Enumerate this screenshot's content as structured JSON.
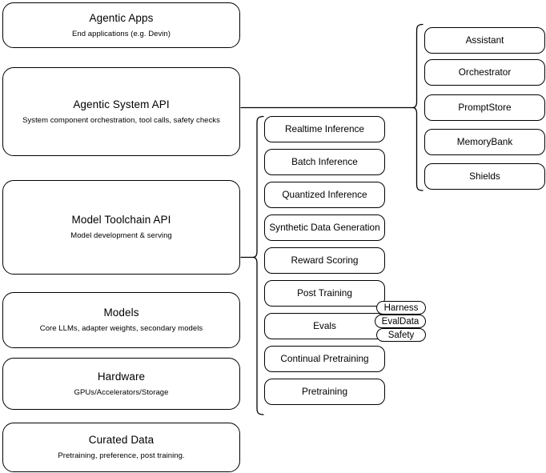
{
  "diagram": {
    "title": "AI Stack Layers Diagram",
    "stroke_color": "#000000",
    "background_color": "#ffffff"
  },
  "layers": [
    {
      "name": "agentic-apps",
      "title": "Agentic Apps",
      "subtitle": "End applications (e.g. Devin)"
    },
    {
      "name": "agentic-system-api",
      "title": "Agentic System API",
      "subtitle": "System component orchestration, tool calls, safety checks"
    },
    {
      "name": "model-toolchain-api",
      "title": "Model Toolchain API",
      "subtitle": "Model development & serving"
    },
    {
      "name": "models",
      "title": "Models",
      "subtitle": "Core LLMs, adapter weights, secondary models"
    },
    {
      "name": "hardware",
      "title": "Hardware",
      "subtitle": "GPUs/Accelerators/Storage"
    },
    {
      "name": "curated-data",
      "title": "Curated Data",
      "subtitle": "Pretraining, preference, post training."
    }
  ],
  "toolchain_components": [
    {
      "name": "realtime-inference",
      "label": "Realtime Inference"
    },
    {
      "name": "batch-inference",
      "label": "Batch Inference"
    },
    {
      "name": "quantized-inference",
      "label": "Quantized Inference"
    },
    {
      "name": "synthetic-data-generation",
      "label": "Synthetic Data Generation"
    },
    {
      "name": "reward-scoring",
      "label": "Reward Scoring"
    },
    {
      "name": "post-training",
      "label": "Post Training"
    },
    {
      "name": "evals",
      "label": "Evals"
    },
    {
      "name": "continual-pretraining",
      "label": "Continual Pretraining"
    },
    {
      "name": "pretraining",
      "label": "Pretraining"
    }
  ],
  "evals_subcomponents": [
    {
      "name": "harness",
      "label": "Harness"
    },
    {
      "name": "evaldata",
      "label": "EvalData"
    },
    {
      "name": "safety",
      "label": "Safety"
    }
  ],
  "agentic_system_components": [
    {
      "name": "assistant",
      "label": "Assistant"
    },
    {
      "name": "orchestrator",
      "label": "Orchestrator"
    },
    {
      "name": "promptstore",
      "label": "PromptStore"
    },
    {
      "name": "memorybank",
      "label": "MemoryBank"
    },
    {
      "name": "shields",
      "label": "Shields"
    }
  ]
}
